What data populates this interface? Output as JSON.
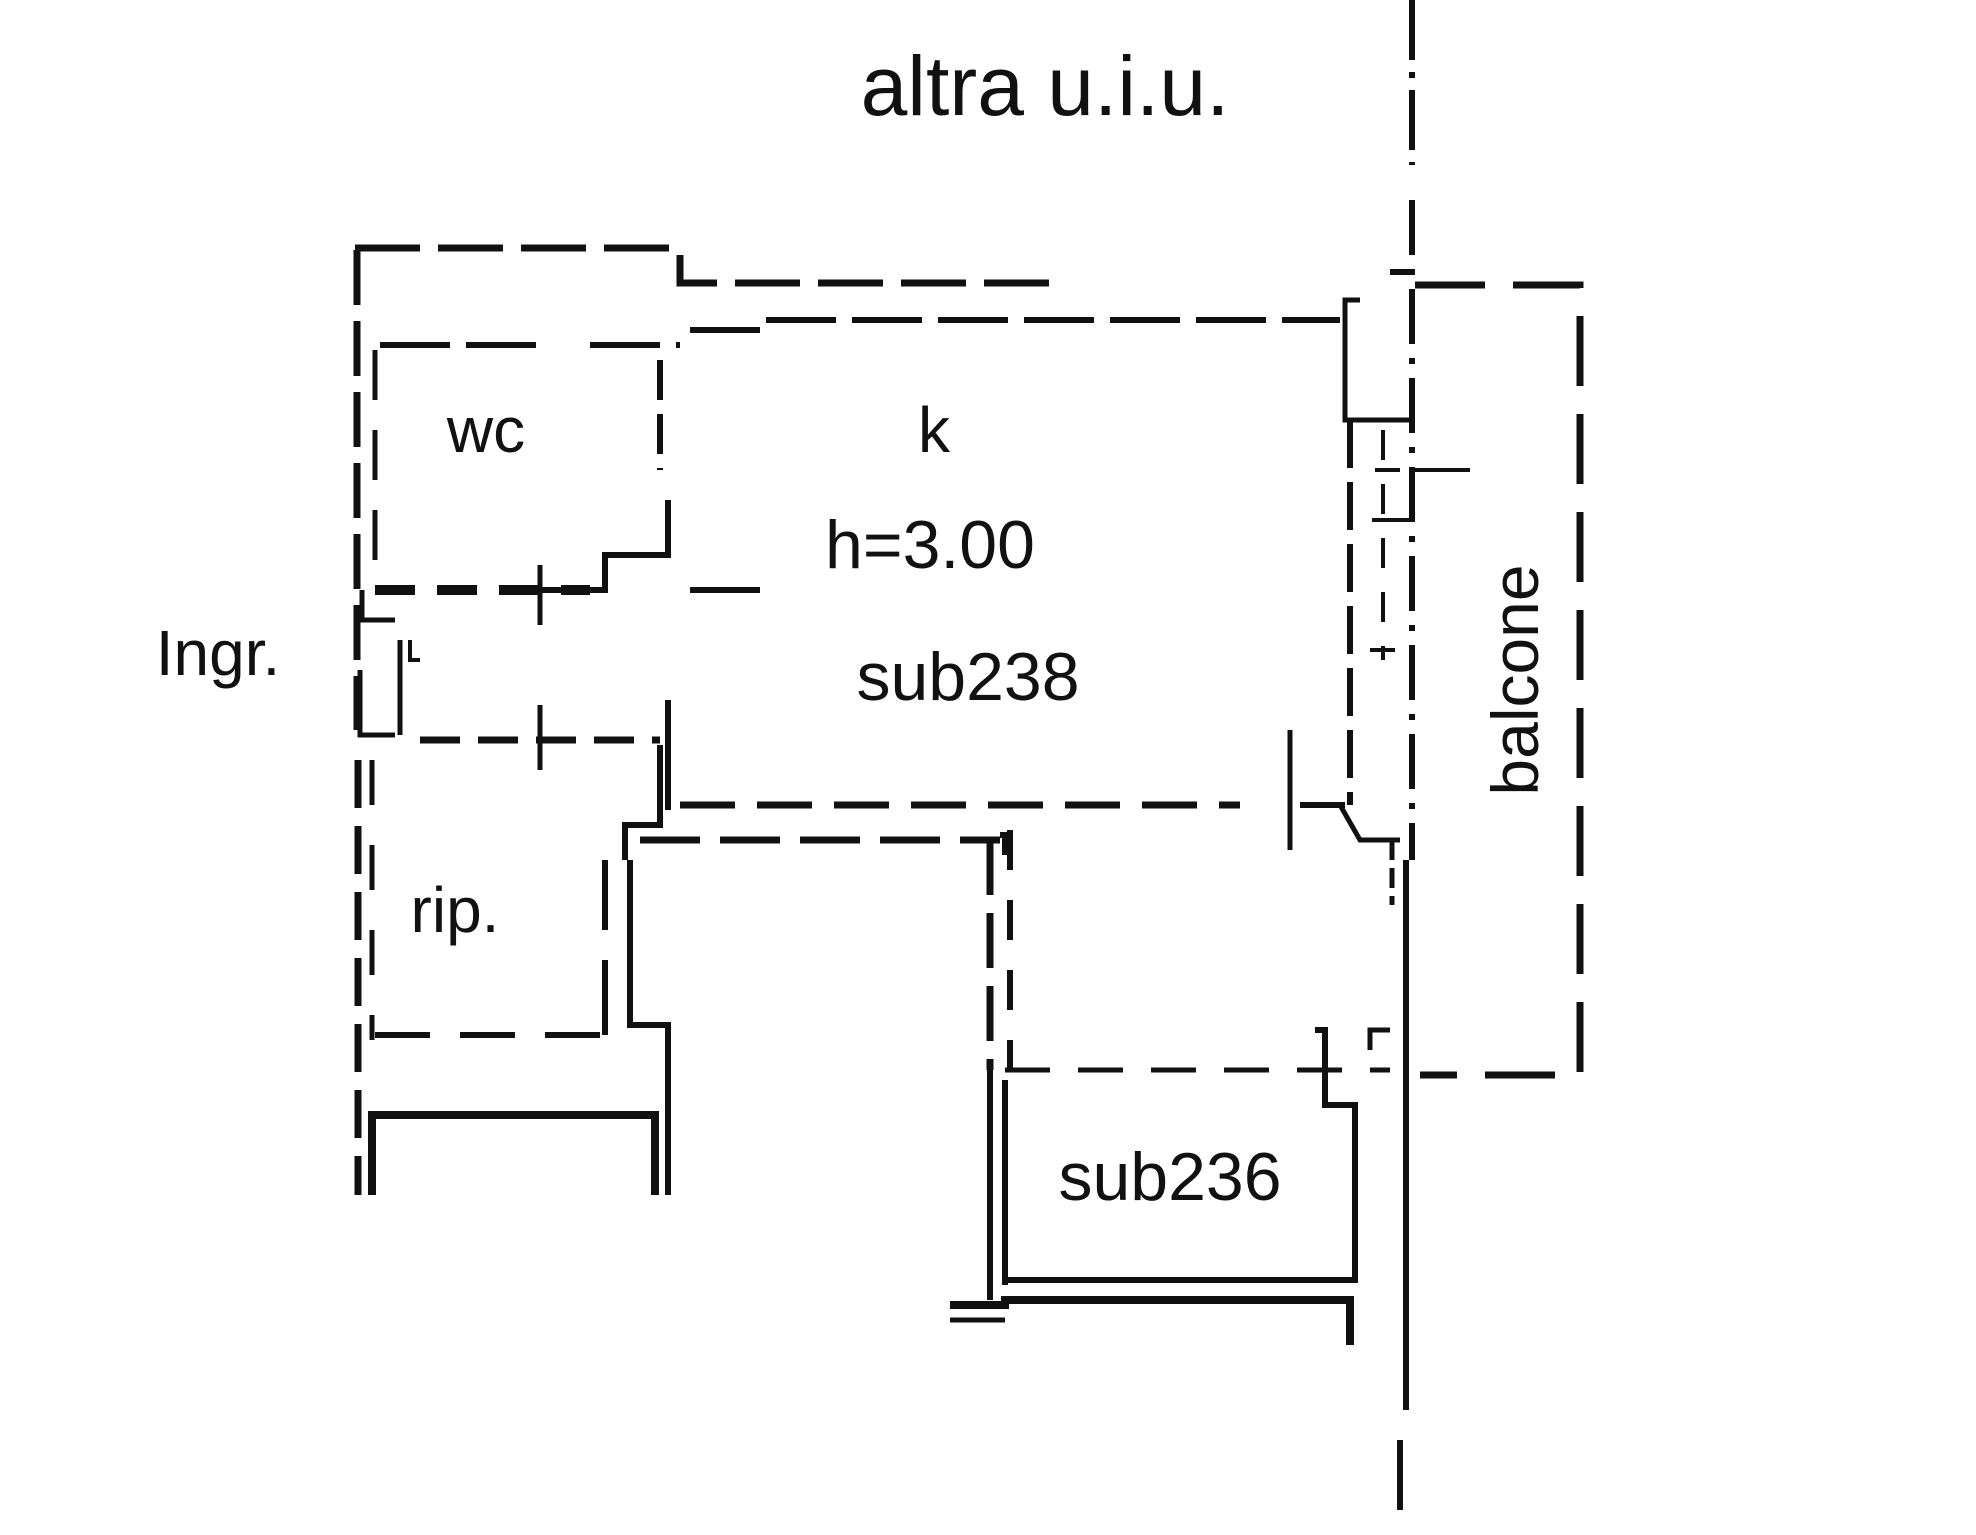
{
  "plan": {
    "labels": {
      "top": "altra u.i.u.",
      "wc": "wc",
      "k": "k",
      "height": "h=3.00",
      "sub238": "sub238",
      "ingr": "Ingr.",
      "rip": "rip.",
      "balcone": "balcone",
      "sub236": "sub236"
    },
    "colors": {
      "ink": "#111111",
      "paper": "#ffffff"
    }
  }
}
